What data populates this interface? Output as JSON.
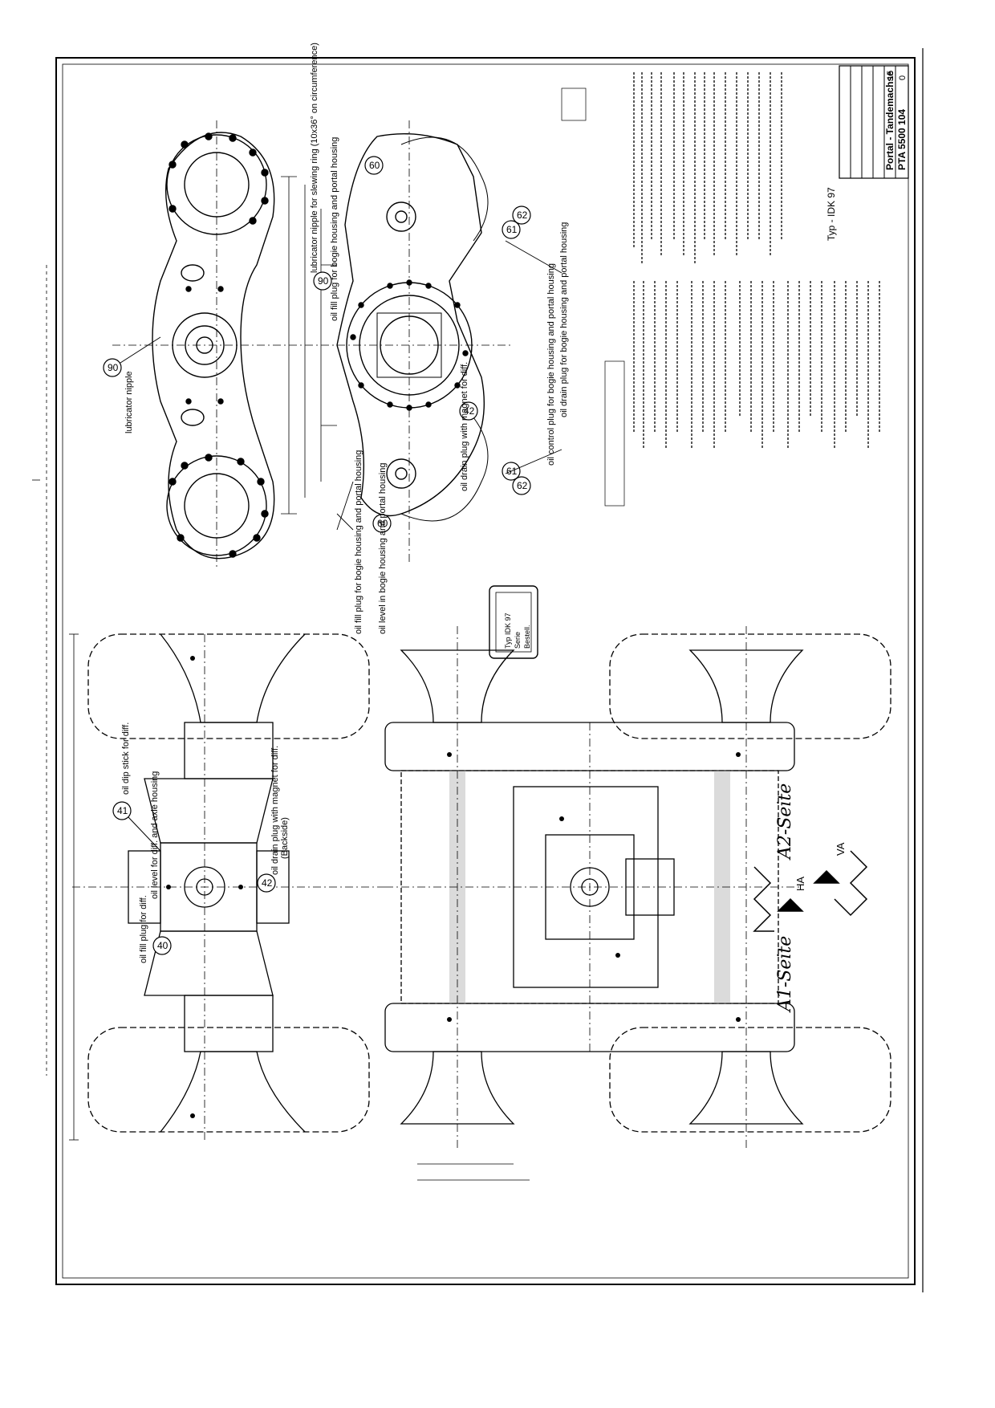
{
  "title_block": {
    "title": "Portal - Tandemachse",
    "drawing_no": "PTA 5500 104",
    "sheet": "15",
    "rev": "0",
    "type_note": "Typ - IDK 97"
  },
  "side_labels": {
    "a1": "A1-Seite",
    "a2": "A2-Seite",
    "ha": "HA",
    "va": "VA"
  },
  "callouts": [
    {
      "num": "60",
      "text": "oil fill plug for bogie housing and portal housing"
    },
    {
      "num": "90",
      "text": "lubricator nipple for slewing ring (10x36° on circumference)"
    },
    {
      "num": "61",
      "text": "oil control plug for bogie housing and portal housing"
    },
    {
      "num": "62",
      "text": "oil drain plug for bogie housing and portal housing"
    },
    {
      "num": "42",
      "text": "oil drain plug with magnet for diff."
    },
    {
      "num": "41",
      "text": "oil dip stick for diff."
    },
    {
      "num": "40",
      "text": "oil fill plug for diff."
    }
  ],
  "notes": {
    "lubricator_left": "lubricator nipple",
    "oil_fill_bottom": "oil fill plug for bogie housing and portal housing",
    "oil_level_bottom": "oil level in bogie housing and portal housing",
    "oil_level_diff": "oil level for diff. and axle housing",
    "diff_drain_extra": "(Backside)"
  },
  "small_box": {
    "line1": "Typ IDK 97",
    "line2": "Serie",
    "line3": "Bestell."
  }
}
